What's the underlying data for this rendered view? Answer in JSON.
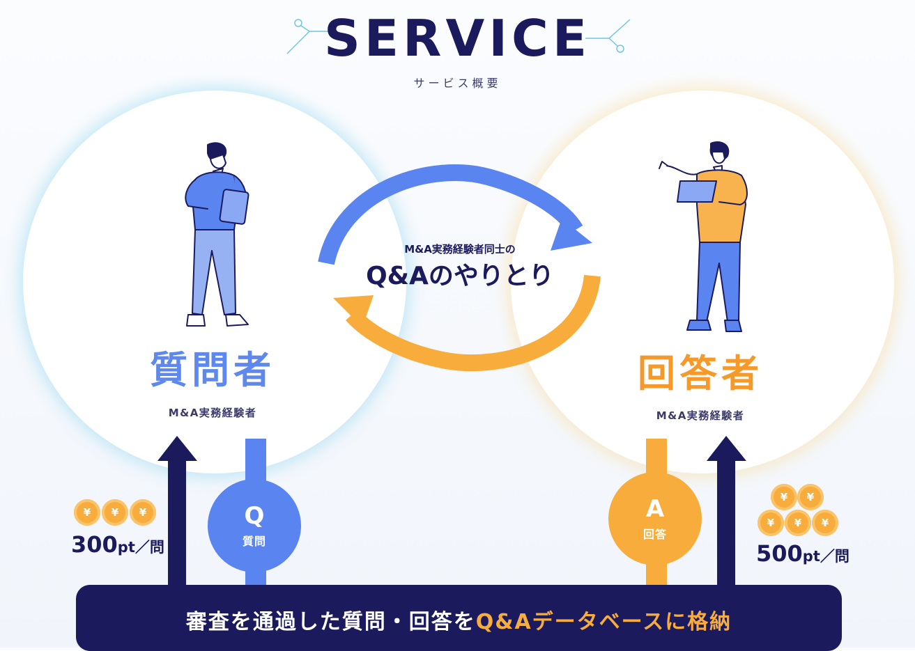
{
  "header": {
    "title": "SERVICE",
    "subtitle": "サービス概要"
  },
  "cycle": {
    "small_text": "M&A実務経験者同士の",
    "big_text": "Q&Aのやりとり"
  },
  "asker": {
    "label": "質問者",
    "description": "M&A実務経験者",
    "badge_letter": "Q",
    "badge_word": "質問",
    "points_value": "300",
    "points_unit": "pt／問",
    "coin_symbol": "¥"
  },
  "answerer": {
    "label": "回答者",
    "description": "M&A実務経験者",
    "badge_letter": "A",
    "badge_word": "回答",
    "points_value": "500",
    "points_unit": "pt／問",
    "coin_symbol": "¥"
  },
  "banner": {
    "text": "審査を通過した質問・回答を",
    "highlight": "Q&Aデータベースに格納"
  },
  "colors": {
    "navy": "#1b1a5c",
    "blue": "#5a84ef",
    "orange": "#f8ac3c"
  }
}
